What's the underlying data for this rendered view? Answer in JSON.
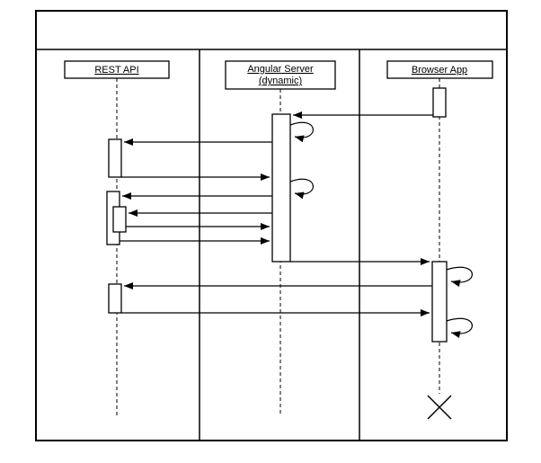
{
  "diagram": {
    "type": "uml-sequence-diagram",
    "title": "",
    "lifelines": [
      {
        "label": "REST API"
      },
      {
        "label": "Angular Server",
        "sublabel": "(dynamic)"
      },
      {
        "label": "Browser App"
      }
    ]
  }
}
